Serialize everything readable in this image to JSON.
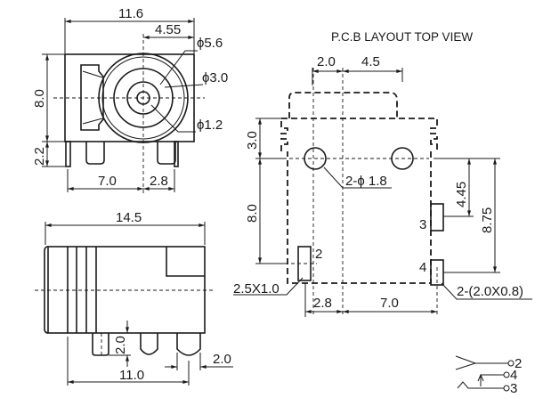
{
  "front_view": {
    "width": "11.6",
    "center_offset": "4.55",
    "dia_outer": "ϕ5.6",
    "dia_mid": "ϕ3.0",
    "dia_pin": "ϕ1.2",
    "height": "8.0",
    "pin_height": "2.2",
    "pin_span_left": "7.0",
    "pin_span_right": "2.8"
  },
  "side_view": {
    "length": "14.5",
    "pin_span": "11.0",
    "pin_depth": "2.0",
    "pin_width": "2.0"
  },
  "pcb_layout": {
    "title": "P.C.B LAYOUT   TOP  VIEW",
    "offset_left": "2.0",
    "offset_right": "4.5",
    "top_to_holes": "3.0",
    "holes_to_pad2": "8.0",
    "holes_to_pad3": "4.45",
    "holes_to_pad4": "8.75",
    "hole_label": "2-ϕ 1.8",
    "pad2_size": "2.5X1.0",
    "pad34_size": "2-(2.0X0.8)",
    "bottom_left": "2.8",
    "bottom_right": "7.0",
    "pad_labels": {
      "p2": "2",
      "p3": "3",
      "p4": "4"
    }
  },
  "schematic": {
    "pin2": "2",
    "pin4": "4",
    "pin3": "3"
  }
}
